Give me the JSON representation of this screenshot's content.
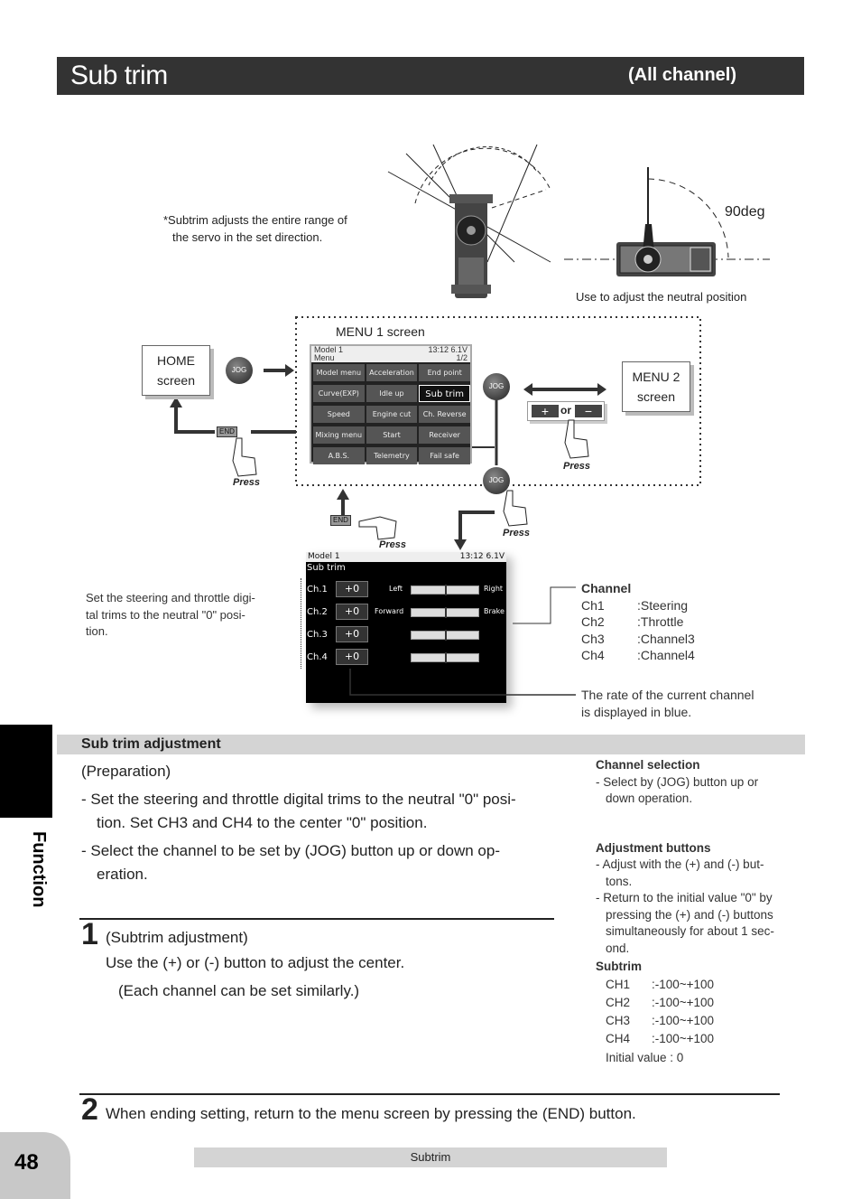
{
  "header": {
    "title": "Sub trim",
    "subtitle": "(All channel)"
  },
  "diagram": {
    "note_subtrim": "*Subtrim adjusts the entire range of",
    "note_subtrim2": "the servo in the set direction.",
    "deg_label": "90deg",
    "neutral_label": "Use to adjust the neutral position",
    "menu1_label": "MENU 1 screen",
    "home_box": [
      "HOME",
      "screen"
    ],
    "menu2_box": [
      "MENU 2",
      "screen"
    ],
    "jog": "JOG",
    "end": "END",
    "press": "Press",
    "or": "or",
    "menu_screen": {
      "header_left": "Model 1",
      "header_left2": "Menu",
      "header_right": "13:12 6.1V",
      "header_right2": "1/2",
      "items": [
        "Model menu",
        "Acceleration",
        "End point",
        "Curve(EXP)",
        "Idle up",
        "Sub trim",
        "Speed",
        "Engine cut",
        "Ch. Reverse",
        "Mixing menu",
        "Start",
        "Receiver",
        "A.B.S.",
        "Telemetry",
        "Fail safe"
      ]
    },
    "subtrim_screen": {
      "header_left": "Model 1",
      "header_right": "13:12 6.1V",
      "title": "Sub trim",
      "rows": [
        {
          "ch": "Ch.1",
          "val": "+0",
          "left": "Left",
          "right": "Right"
        },
        {
          "ch": "Ch.2",
          "val": "+0",
          "left": "Forward",
          "right": "Brake"
        },
        {
          "ch": "Ch.3",
          "val": "+0",
          "left": "",
          "right": ""
        },
        {
          "ch": "Ch.4",
          "val": "+0",
          "left": "",
          "right": ""
        }
      ]
    },
    "left_note": [
      "Set the steering and throttle digi-",
      "tal trims to the neutral \"0\" posi-",
      "tion."
    ],
    "channel_title": "Channel",
    "channels": [
      [
        "Ch1",
        ":Steering"
      ],
      [
        "Ch2",
        ":Throttle"
      ],
      [
        "Ch3",
        ":Channel3"
      ],
      [
        "Ch4",
        ":Channel4"
      ]
    ],
    "rate_note": [
      "The rate of the current channel",
      "is displayed in blue."
    ]
  },
  "section": {
    "title": "Sub trim adjustment",
    "prep": "(Preparation)",
    "bullet1a": "- Set the steering and throttle digital trims to the neutral \"0\" posi-",
    "bullet1b": "tion. Set CH3 and CH4 to the center \"0\" position.",
    "bullet2a": "- Select the channel to be set by (JOG) button up or down op-",
    "bullet2b": "eration.",
    "step1_num": "1",
    "step1_title": "(Subtrim adjustment)",
    "step1_line1": "Use the (+) or (-) button to adjust the center.",
    "step1_line2": "(Each channel can be set similarly.)",
    "step2_num": "2",
    "step2_text": "When ending setting, return to the menu screen by pressing the (END) button."
  },
  "side_tab": "Function",
  "right_notes": {
    "chsel_title": "Channel selection",
    "chsel_1": "- Select by (JOG) button up or",
    "chsel_2": "down operation.",
    "adj_title": "Adjustment buttons",
    "adj_1": "- Adjust with the (+) and (-) but-",
    "adj_2": "tons.",
    "adj_3": "- Return to the initial value \"0\" by",
    "adj_4": "pressing the (+) and (-) buttons",
    "adj_5": "simultaneously for about 1 sec-",
    "adj_6": "ond.",
    "sub_title": "Subtrim",
    "ranges": [
      [
        "CH1",
        ":-100~+100"
      ],
      [
        "CH2",
        ":-100~+100"
      ],
      [
        "CH3",
        ":-100~+100"
      ],
      [
        "CH4",
        ":-100~+100"
      ]
    ],
    "initial": "Initial value : 0"
  },
  "page_number": "48",
  "footer": "Subtrim"
}
